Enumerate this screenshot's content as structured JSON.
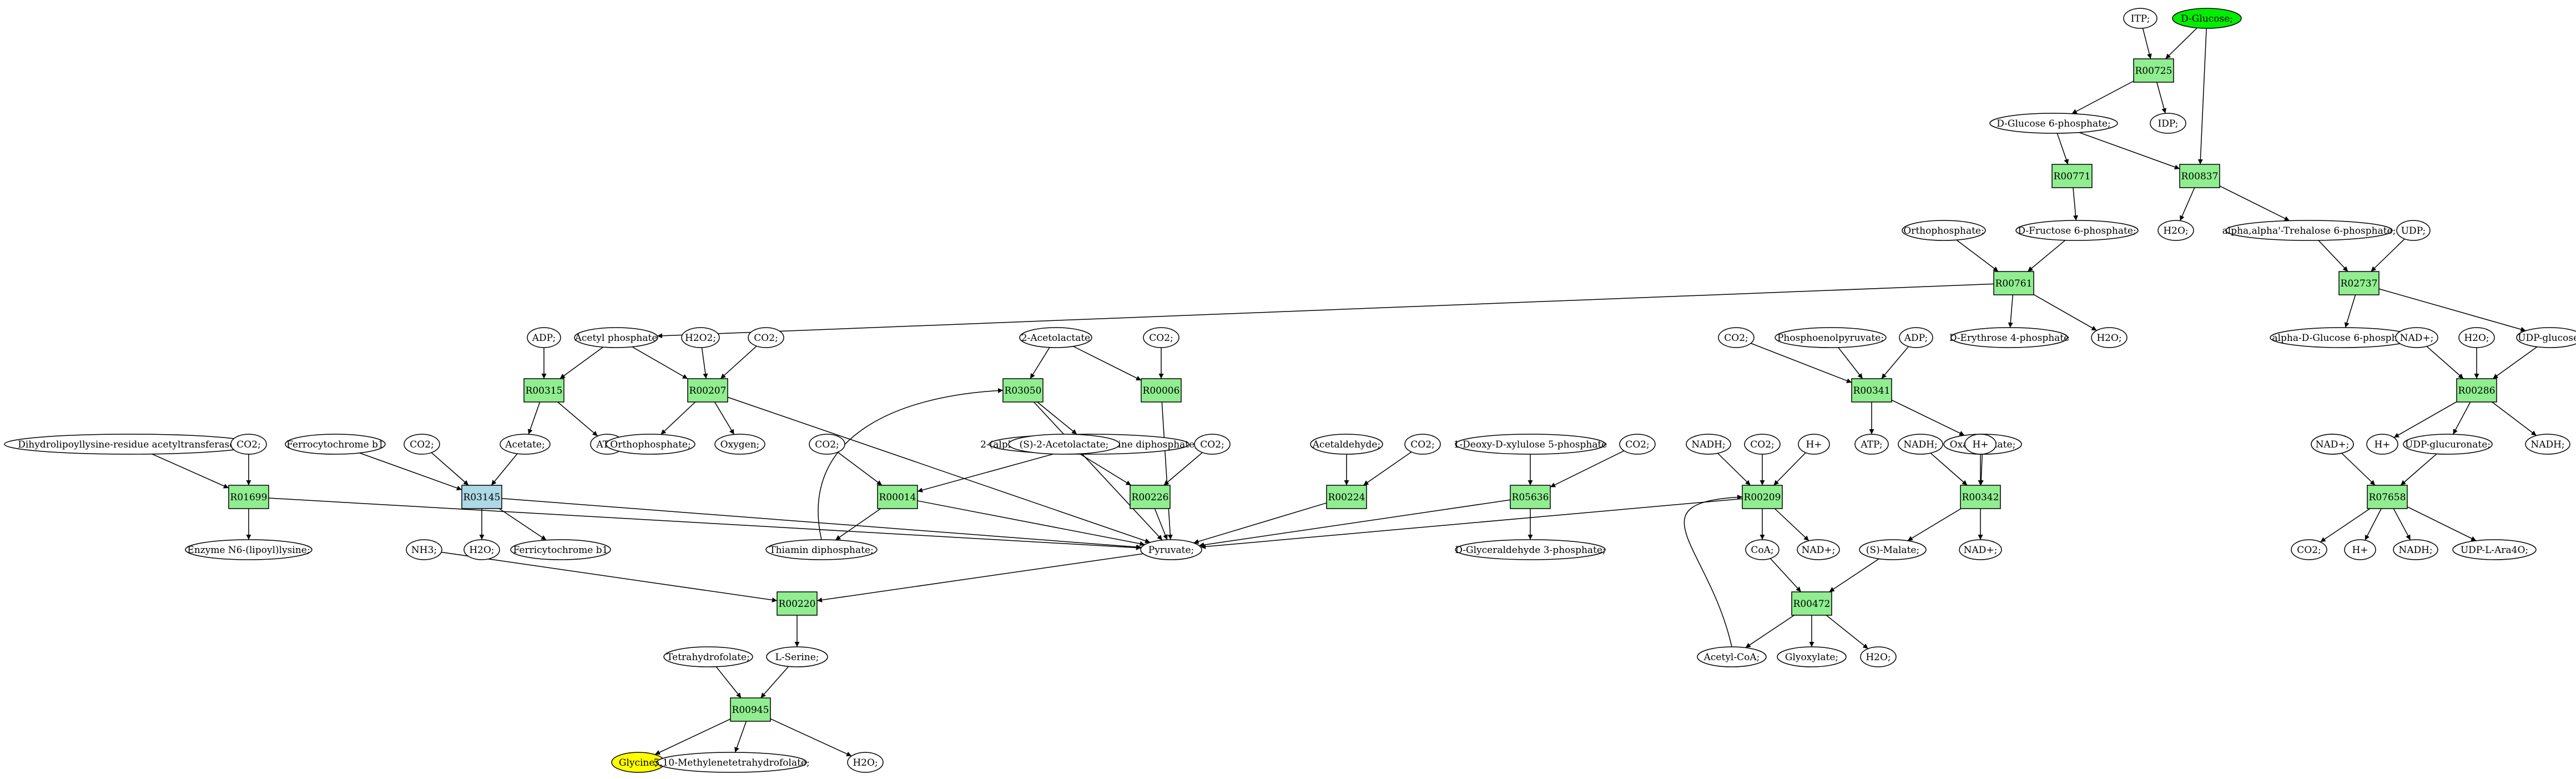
{
  "diagram": {
    "type": "metabolic-pathway-graph",
    "colors": {
      "reaction": "#90ee90",
      "reaction_alt": "#add8e6",
      "compound": "#ffffff",
      "source_compound": "#00ee00",
      "target_compound": "#ffff00",
      "stroke": "#000000"
    },
    "nodes": [
      {
        "id": "itp",
        "label": "ITP;",
        "kind": "compound"
      },
      {
        "id": "dglucose",
        "label": "D-Glucose;",
        "kind": "compound",
        "highlight": "source"
      },
      {
        "id": "R00725",
        "label": "R00725",
        "kind": "reaction"
      },
      {
        "id": "dg6p",
        "label": "D-Glucose 6-phosphate;",
        "kind": "compound"
      },
      {
        "id": "idp",
        "label": "IDP;",
        "kind": "compound"
      },
      {
        "id": "R00771",
        "label": "R00771",
        "kind": "reaction"
      },
      {
        "id": "R00837",
        "label": "R00837",
        "kind": "reaction"
      },
      {
        "id": "df6p",
        "label": "D-Fructose 6-phosphate;",
        "kind": "compound"
      },
      {
        "id": "orthophosphate1",
        "label": "Orthophosphate;",
        "kind": "compound"
      },
      {
        "id": "h2o_1",
        "label": "H2O;",
        "kind": "compound"
      },
      {
        "id": "trehalose6p",
        "label": "alpha,alpha'-Trehalose 6-phosphate;",
        "kind": "compound"
      },
      {
        "id": "udp",
        "label": "UDP;",
        "kind": "compound"
      },
      {
        "id": "R00761",
        "label": "R00761",
        "kind": "reaction"
      },
      {
        "id": "R02737",
        "label": "R02737",
        "kind": "reaction"
      },
      {
        "id": "adp1",
        "label": "ADP;",
        "kind": "compound"
      },
      {
        "id": "acetylphosphate",
        "label": "Acetyl phosphate",
        "kind": "compound"
      },
      {
        "id": "h2o2",
        "label": "H2O2;",
        "kind": "compound"
      },
      {
        "id": "co2_a",
        "label": "CO2;",
        "kind": "compound"
      },
      {
        "id": "derythrose4p",
        "label": "D-Erythrose 4-phosphate",
        "kind": "compound"
      },
      {
        "id": "h2o_2",
        "label": "H2O;",
        "kind": "compound"
      },
      {
        "id": "alphadg6p",
        "label": "alpha-D-Glucose 6-phosphate",
        "kind": "compound"
      },
      {
        "id": "nadplus1",
        "label": "NAD+;",
        "kind": "compound"
      },
      {
        "id": "h2o_3",
        "label": "H2O;",
        "kind": "compound"
      },
      {
        "id": "udpglucose",
        "label": "UDP-glucose;",
        "kind": "compound"
      },
      {
        "id": "acetolactate",
        "label": "2-Acetolactate",
        "kind": "compound"
      },
      {
        "id": "co2_b",
        "label": "CO2;",
        "kind": "compound"
      },
      {
        "id": "co2_c",
        "label": "CO2;",
        "kind": "compound"
      },
      {
        "id": "pep",
        "label": "Phosphoenolpyruvate;",
        "kind": "compound"
      },
      {
        "id": "adp2",
        "label": "ADP;",
        "kind": "compound"
      },
      {
        "id": "R00315",
        "label": "R00315",
        "kind": "reaction"
      },
      {
        "id": "R00207",
        "label": "R00207",
        "kind": "reaction"
      },
      {
        "id": "R03050",
        "label": "R03050",
        "kind": "reaction"
      },
      {
        "id": "R00006",
        "label": "R00006",
        "kind": "reaction"
      },
      {
        "id": "R00341",
        "label": "R00341",
        "kind": "reaction"
      },
      {
        "id": "R00286",
        "label": "R00286",
        "kind": "reaction"
      },
      {
        "id": "acetate",
        "label": "Acetate;",
        "kind": "compound"
      },
      {
        "id": "atp1",
        "label": "ATP;",
        "kind": "compound"
      },
      {
        "id": "orthophosphate2",
        "label": "Orthophosphate;",
        "kind": "compound"
      },
      {
        "id": "oxygen",
        "label": "Oxygen;",
        "kind": "compound"
      },
      {
        "id": "hydroxyethylthdp",
        "label": "2-(alpha-Hydroxyethyl)thiamine diphosphate;",
        "kind": "compound"
      },
      {
        "id": "atp2",
        "label": "ATP;",
        "kind": "compound"
      },
      {
        "id": "oxaloacetate",
        "label": "Oxaloacetate;",
        "kind": "compound"
      },
      {
        "id": "nadplus2",
        "label": "NAD+;",
        "kind": "compound"
      },
      {
        "id": "hplus1",
        "label": "H+",
        "kind": "compound"
      },
      {
        "id": "udpglucuronate",
        "label": "UDP-glucuronate;",
        "kind": "compound"
      },
      {
        "id": "nadh1",
        "label": "NADH;",
        "kind": "compound"
      },
      {
        "id": "dihydrolipoyllysine",
        "label": "Dihydrolipoyllysine-residue acetyltransferase];",
        "kind": "compound"
      },
      {
        "id": "co2_d",
        "label": "CO2;",
        "kind": "compound"
      },
      {
        "id": "ferrocytochrome",
        "label": "Ferrocytochrome b1",
        "kind": "compound"
      },
      {
        "id": "co2_e",
        "label": "CO2;",
        "kind": "compound"
      },
      {
        "id": "co2_f",
        "label": "CO2;",
        "kind": "compound"
      },
      {
        "id": "s2acetolactate",
        "label": "(S)-2-Acetolactate;",
        "kind": "compound"
      },
      {
        "id": "co2_g",
        "label": "CO2;",
        "kind": "compound"
      },
      {
        "id": "acetaldehyde",
        "label": "Acetaldehyde;",
        "kind": "compound"
      },
      {
        "id": "co2_h",
        "label": "CO2;",
        "kind": "compound"
      },
      {
        "id": "deoxyxylulose5p",
        "label": "1-Deoxy-D-xylulose 5-phosphate",
        "kind": "compound"
      },
      {
        "id": "co2_i",
        "label": "CO2;",
        "kind": "compound"
      },
      {
        "id": "nadh2",
        "label": "NADH;",
        "kind": "compound"
      },
      {
        "id": "co2_j",
        "label": "CO2;",
        "kind": "compound"
      },
      {
        "id": "hplus2",
        "label": "H+",
        "kind": "compound"
      },
      {
        "id": "nadh3",
        "label": "NADH;",
        "kind": "compound"
      },
      {
        "id": "hplus3",
        "label": "H+",
        "kind": "compound"
      },
      {
        "id": "nadplus3",
        "label": "NAD+;",
        "kind": "compound"
      },
      {
        "id": "R01699",
        "label": "R01699",
        "kind": "reaction"
      },
      {
        "id": "R03145",
        "label": "R03145",
        "kind": "reaction",
        "alt": true
      },
      {
        "id": "R00014",
        "label": "R00014",
        "kind": "reaction"
      },
      {
        "id": "R00226",
        "label": "R00226",
        "kind": "reaction"
      },
      {
        "id": "R00224",
        "label": "R00224",
        "kind": "reaction"
      },
      {
        "id": "R05636",
        "label": "R05636",
        "kind": "reaction"
      },
      {
        "id": "R00209",
        "label": "R00209",
        "kind": "reaction"
      },
      {
        "id": "R00342",
        "label": "R00342",
        "kind": "reaction"
      },
      {
        "id": "R07658",
        "label": "R07658",
        "kind": "reaction"
      },
      {
        "id": "enzymeN6",
        "label": "Enzyme N6-(lipoyl)lysine;",
        "kind": "compound"
      },
      {
        "id": "h2o_4",
        "label": "H2O;",
        "kind": "compound"
      },
      {
        "id": "ferricytochrome",
        "label": "Ferricytochrome b1",
        "kind": "compound"
      },
      {
        "id": "nh3",
        "label": "NH3;",
        "kind": "compound"
      },
      {
        "id": "thiaminDP",
        "label": "Thiamin diphosphate;",
        "kind": "compound"
      },
      {
        "id": "pyruvate",
        "label": "Pyruvate;",
        "kind": "compound"
      },
      {
        "id": "dglyceraldehyde3p",
        "label": "D-Glyceraldehyde 3-phosphate;",
        "kind": "compound"
      },
      {
        "id": "coa",
        "label": "CoA;",
        "kind": "compound"
      },
      {
        "id": "nadplus4",
        "label": "NAD+;",
        "kind": "compound"
      },
      {
        "id": "smalate",
        "label": "(S)-Malate;",
        "kind": "compound"
      },
      {
        "id": "nadplus5",
        "label": "NAD+;",
        "kind": "compound"
      },
      {
        "id": "co2_k",
        "label": "CO2;",
        "kind": "compound"
      },
      {
        "id": "hplus4",
        "label": "H+",
        "kind": "compound"
      },
      {
        "id": "nadh4",
        "label": "NADH;",
        "kind": "compound"
      },
      {
        "id": "udplara4o",
        "label": "UDP-L-Ara4O;",
        "kind": "compound"
      },
      {
        "id": "R00220",
        "label": "R00220",
        "kind": "reaction"
      },
      {
        "id": "R00472",
        "label": "R00472",
        "kind": "reaction"
      },
      {
        "id": "tetrahydrofolate",
        "label": "Tetrahydrofolate;",
        "kind": "compound"
      },
      {
        "id": "lserine",
        "label": "L-Serine;",
        "kind": "compound"
      },
      {
        "id": "acetylcoa",
        "label": "Acetyl-CoA;",
        "kind": "compound"
      },
      {
        "id": "glyoxylate",
        "label": "Glyoxylate;",
        "kind": "compound"
      },
      {
        "id": "h2o_5",
        "label": "H2O;",
        "kind": "compound"
      },
      {
        "id": "R00945",
        "label": "R00945",
        "kind": "reaction"
      },
      {
        "id": "glycine",
        "label": "Glycine;",
        "kind": "compound",
        "highlight": "target"
      },
      {
        "id": "methylenethf",
        "label": "5,10-Methylenetetrahydrofolate;",
        "kind": "compound"
      },
      {
        "id": "h2o_6",
        "label": "H2O;",
        "kind": "compound"
      }
    ],
    "edges": [
      [
        "itp",
        "R00725"
      ],
      [
        "dglucose",
        "R00725"
      ],
      [
        "R00725",
        "dg6p"
      ],
      [
        "R00725",
        "idp"
      ],
      [
        "dglucose",
        "R00837"
      ],
      [
        "dg6p",
        "R00771"
      ],
      [
        "dg6p",
        "R00837"
      ],
      [
        "R00771",
        "df6p"
      ],
      [
        "R00837",
        "h2o_1"
      ],
      [
        "R00837",
        "trehalose6p"
      ],
      [
        "orthophosphate1",
        "R00761"
      ],
      [
        "df6p",
        "R00761"
      ],
      [
        "trehalose6p",
        "R02737"
      ],
      [
        "udp",
        "R02737"
      ],
      [
        "R00761",
        "acetylphosphate"
      ],
      [
        "R00761",
        "derythrose4p"
      ],
      [
        "R00761",
        "h2o_2"
      ],
      [
        "R02737",
        "alphadg6p"
      ],
      [
        "R02737",
        "udpglucose"
      ],
      [
        "adp1",
        "R00315"
      ],
      [
        "acetylphosphate",
        "R00315"
      ],
      [
        "acetylphosphate",
        "R00207"
      ],
      [
        "h2o2",
        "R00207"
      ],
      [
        "co2_a",
        "R00207"
      ],
      [
        "acetolactate",
        "R03050"
      ],
      [
        "acetolactate",
        "R00006"
      ],
      [
        "co2_b",
        "R00006"
      ],
      [
        "co2_c",
        "R00341"
      ],
      [
        "pep",
        "R00341"
      ],
      [
        "adp2",
        "R00341"
      ],
      [
        "nadplus1",
        "R00286"
      ],
      [
        "h2o_3",
        "R00286"
      ],
      [
        "udpglucose",
        "R00286"
      ],
      [
        "R00315",
        "acetate"
      ],
      [
        "R00315",
        "atp1"
      ],
      [
        "R00207",
        "orthophosphate2"
      ],
      [
        "R00207",
        "oxygen"
      ],
      [
        "R00207",
        "pyruvate"
      ],
      [
        "R03050",
        "hydroxyethylthdp"
      ],
      [
        "R03050",
        "pyruvate"
      ],
      [
        "R00006",
        "pyruvate"
      ],
      [
        "R00341",
        "atp2"
      ],
      [
        "R00341",
        "oxaloacetate"
      ],
      [
        "R00286",
        "hplus1"
      ],
      [
        "R00286",
        "udpglucuronate"
      ],
      [
        "R00286",
        "nadh1"
      ],
      [
        "nadplus2",
        "R07658"
      ],
      [
        "udpglucuronate",
        "R07658"
      ],
      [
        "dihydrolipoyllysine",
        "R01699"
      ],
      [
        "co2_d",
        "R01699"
      ],
      [
        "ferrocytochrome",
        "R03145"
      ],
      [
        "co2_e",
        "R03145"
      ],
      [
        "acetate",
        "R03145"
      ],
      [
        "co2_f",
        "R00014"
      ],
      [
        "hydroxyethylthdp",
        "R00014"
      ],
      [
        "s2acetolactate",
        "R00226"
      ],
      [
        "co2_g",
        "R00226"
      ],
      [
        "acetaldehyde",
        "R00224"
      ],
      [
        "co2_h",
        "R00224"
      ],
      [
        "deoxyxylulose5p",
        "R05636"
      ],
      [
        "co2_i",
        "R05636"
      ],
      [
        "nadh2",
        "R00209"
      ],
      [
        "co2_j",
        "R00209"
      ],
      [
        "hplus2",
        "R00209"
      ],
      [
        "nadh3",
        "R00342"
      ],
      [
        "hplus3",
        "R00342"
      ],
      [
        "oxaloacetate",
        "R00342"
      ],
      [
        "R01699",
        "enzymeN6"
      ],
      [
        "R01699",
        "pyruvate"
      ],
      [
        "R03145",
        "h2o_4"
      ],
      [
        "R03145",
        "ferricytochrome"
      ],
      [
        "R03145",
        "pyruvate"
      ],
      [
        "R00014",
        "thiaminDP"
      ],
      [
        "R00014",
        "pyruvate"
      ],
      [
        "thiaminDP",
        "R03050"
      ],
      [
        "R00226",
        "pyruvate"
      ],
      [
        "R00224",
        "pyruvate"
      ],
      [
        "R05636",
        "pyruvate"
      ],
      [
        "R05636",
        "dglyceraldehyde3p"
      ],
      [
        "R00209",
        "pyruvate"
      ],
      [
        "R00209",
        "coa"
      ],
      [
        "R00209",
        "nadplus4"
      ],
      [
        "R00342",
        "smalate"
      ],
      [
        "R00342",
        "nadplus5"
      ],
      [
        "R07658",
        "co2_k"
      ],
      [
        "R07658",
        "hplus4"
      ],
      [
        "R07658",
        "nadh4"
      ],
      [
        "R07658",
        "udplara4o"
      ],
      [
        "nh3",
        "R00220"
      ],
      [
        "pyruvate",
        "R00220"
      ],
      [
        "coa",
        "R00472"
      ],
      [
        "smalate",
        "R00472"
      ],
      [
        "R00220",
        "lserine"
      ],
      [
        "R00472",
        "acetylcoa"
      ],
      [
        "R00472",
        "glyoxylate"
      ],
      [
        "R00472",
        "h2o_5"
      ],
      [
        "acetylcoa",
        "R00209"
      ],
      [
        "tetrahydrofolate",
        "R00945"
      ],
      [
        "lserine",
        "R00945"
      ],
      [
        "R00945",
        "glycine"
      ],
      [
        "R00945",
        "methylenethf"
      ],
      [
        "R00945",
        "h2o_6"
      ]
    ]
  }
}
